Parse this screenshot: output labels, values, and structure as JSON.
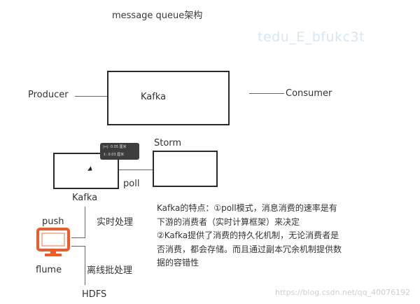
{
  "title": "message queue架构",
  "watermark_top": "tedu_E_bfukc3t",
  "watermark_bottom": "https://blog.csdn.net/qq_40076192",
  "top_diagram": {
    "producer": "Producer",
    "kafka": "Kafka",
    "consumer": "Consumer"
  },
  "bottom_diagram": {
    "kafka": "Kafka",
    "storm": "Storm",
    "poll": "poll",
    "push": "push",
    "flume": "flume",
    "realtime": "实时处理",
    "offline": "离线批处理",
    "hdfs": "HDFS",
    "monitor_color": "#f05a28"
  },
  "tooltip": {
    "line1": "|↔|: 0.05 厘米",
    "line2": "↕: 0.03 厘米"
  },
  "description": {
    "lines": [
      "Kafka的特点：①poll模式，消息消费的速率是有",
      "下游的消费者（实时计算框架）来决定",
      "②Kafka提供了消费的持久化机制，无论消费者是",
      "否消费，都会存储。而且通过副本冗余机制提供数",
      "据的容错性"
    ]
  }
}
